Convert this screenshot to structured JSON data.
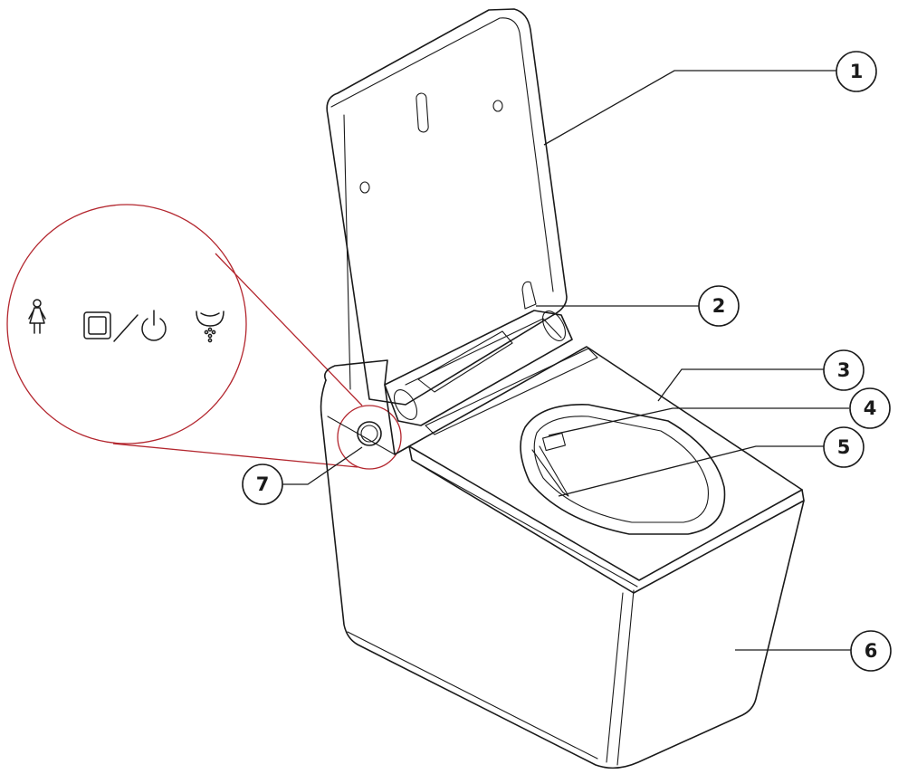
{
  "callouts": [
    {
      "id": "1",
      "label": "1"
    },
    {
      "id": "2",
      "label": "2"
    },
    {
      "id": "3",
      "label": "3"
    },
    {
      "id": "4",
      "label": "4"
    },
    {
      "id": "5",
      "label": "5"
    },
    {
      "id": "6",
      "label": "6"
    },
    {
      "id": "7",
      "label": "7"
    }
  ],
  "detail_icons": [
    "female-figure-icon",
    "square-button-icon",
    "power-icon",
    "water-spray-icon"
  ],
  "colors": {
    "line": "#1a1a1a",
    "detail_circle": "#b3262e",
    "background": "#ffffff"
  }
}
